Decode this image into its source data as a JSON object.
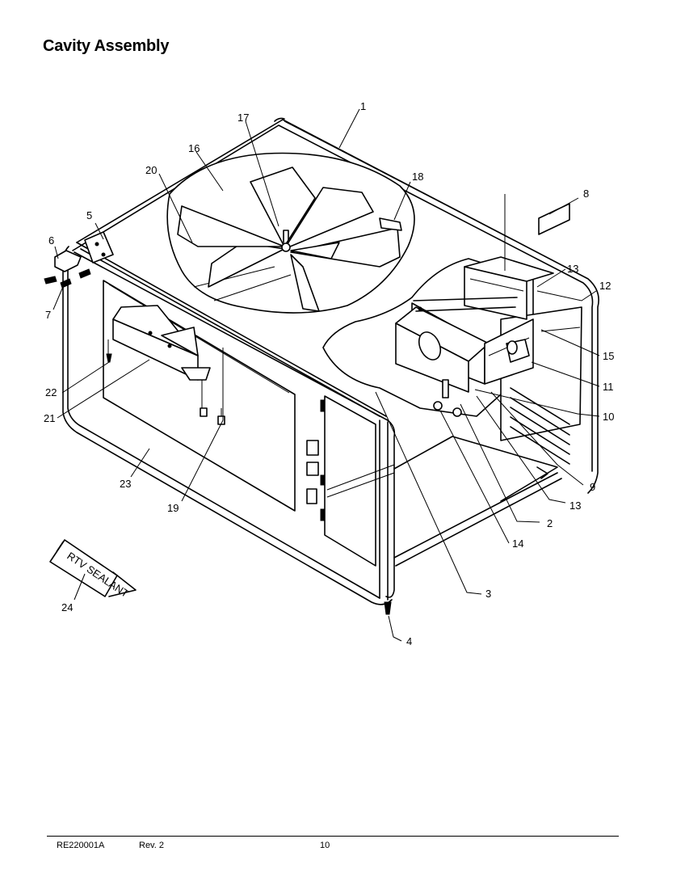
{
  "title": "Cavity Assembly",
  "callouts": [
    "1",
    "2",
    "3",
    "4",
    "5",
    "6",
    "7",
    "8",
    "9",
    "10",
    "11",
    "12",
    "13",
    "13",
    "14",
    "15",
    "16",
    "17",
    "18",
    "19",
    "20",
    "21",
    "22",
    "23",
    "24"
  ],
  "tube_label": "RTV SEALANT",
  "footer": {
    "doc_number": "RE220001A",
    "revision": "Rev. 2",
    "page_number": "10"
  }
}
